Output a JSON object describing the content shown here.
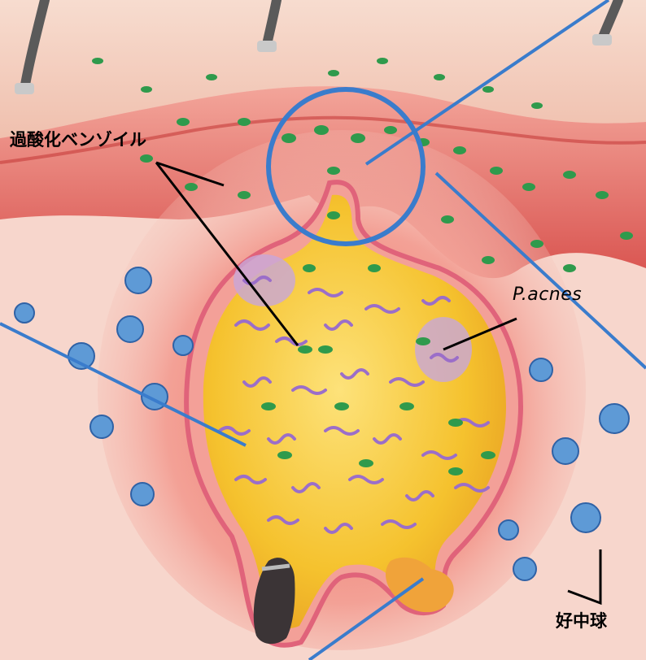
{
  "labels": {
    "benzoyl_peroxide": "過酸化ベンゾイル",
    "p_acnes": "P.acnes",
    "neutrophil": "好中球"
  },
  "colors": {
    "skin_surface": "#f3cbbb",
    "epidermis": "#d95a55",
    "dermis": "#f7d3c9",
    "pus": "#f4c22f",
    "bacteria": "#a37ac8",
    "benzoyl_particle": "#2f9a4c",
    "neutrophil": "#2f72b8",
    "callout_blue": "#3a7ccc",
    "leader_black": "#000000"
  }
}
